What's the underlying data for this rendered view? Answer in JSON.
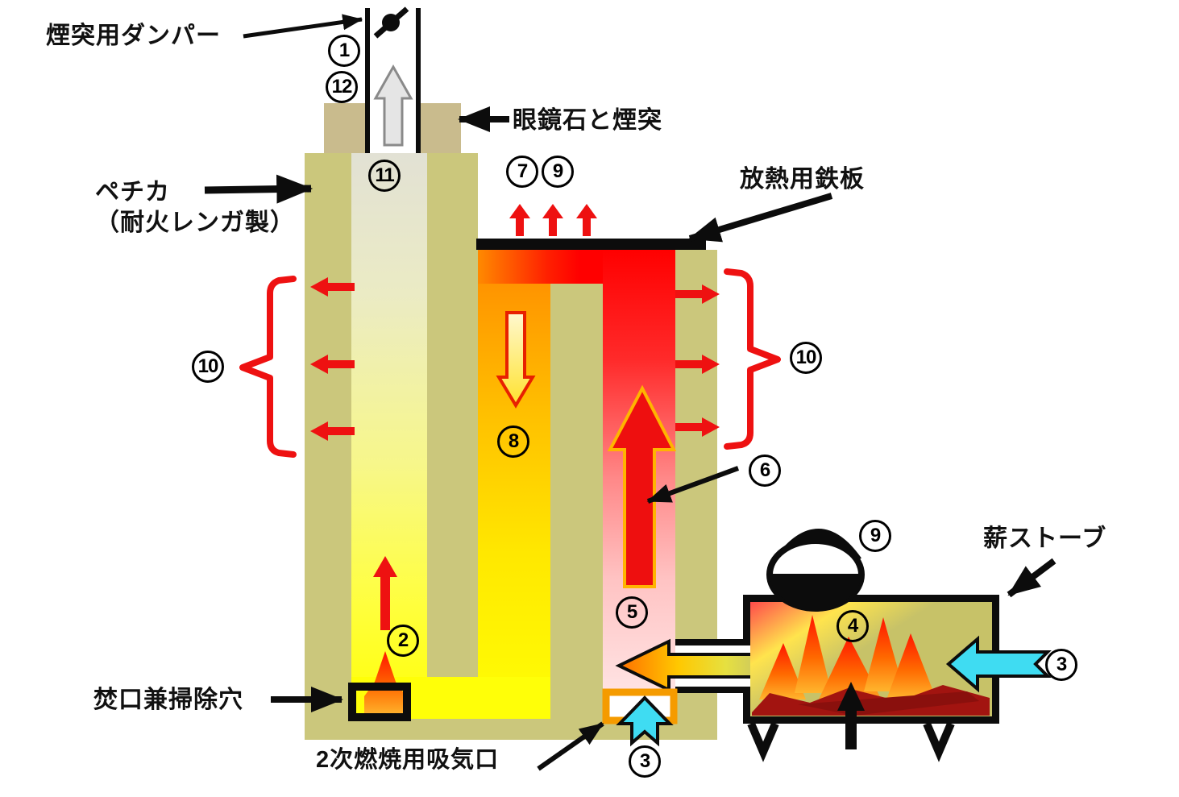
{
  "labels": {
    "chimney_damper": "煙突用ダンパー",
    "eyeglass_stone_and_chimney": "眼鏡石と煙突",
    "pechka_name": "ペチカ",
    "pechka_material": "（耐火レンガ製）",
    "radiant_iron_plate": "放熱用鉄板",
    "wood_stove": "薪ストーブ",
    "firing_and_cleaning_port": "焚口兼掃除穴",
    "secondary_air_intake": "2次燃焼用吸気口"
  },
  "numbers": {
    "c1": "1",
    "c2": "2",
    "c3a": "3",
    "c3b": "3",
    "c4": "4",
    "c5": "5",
    "c6": "6",
    "c7": "7",
    "c8": "8",
    "c9a": "9",
    "c9b": "9",
    "c10L": "10",
    "c10R": "10",
    "c11": "11",
    "c12": "12"
  },
  "colors": {
    "brick_khaki": "#cbc77c",
    "eyeglass_stone_tan": "#c9bb8d",
    "iron_plate_black": "#0c0c0c",
    "heat_arrow_red": "#ee1111",
    "hot_gas_red": "#ff0000",
    "cooling_gas_pink": "#ffe2e2",
    "warm_gas_orange": "#ff9400",
    "cool_gas_yellow": "#ffff05",
    "flue_top_gray": "#e2e1d4",
    "smoke_gray": "#e5e5e5",
    "fresh_air_cyan": "#3fdcf2",
    "air_inlet_orange": "#f59b00",
    "flame_red": "#ff1500",
    "flame_base_orange": "#ffb52d",
    "firewood_dark_red": "#a21410"
  }
}
